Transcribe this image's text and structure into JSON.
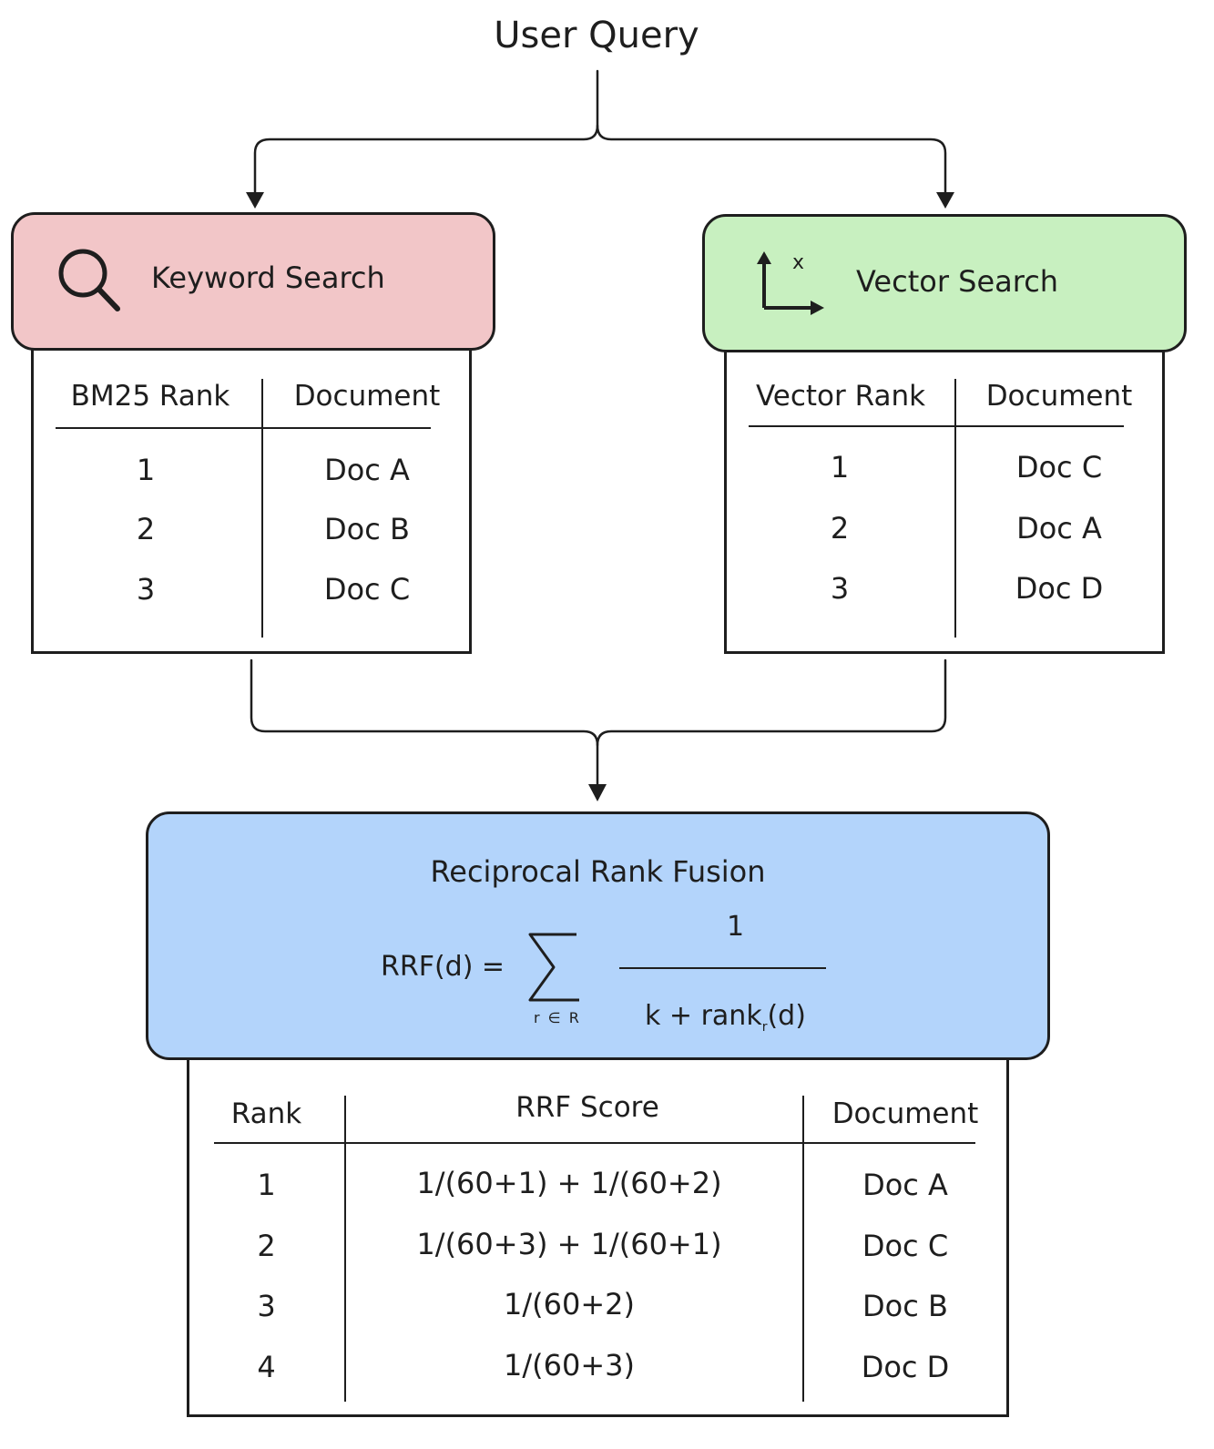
{
  "user_query": "User Query",
  "keyword": {
    "title": "Keyword Search",
    "icon": "search-icon",
    "color": "#f2c6c8",
    "headers": [
      "BM25 Rank",
      "Document"
    ],
    "rows": [
      {
        "rank": "1",
        "doc": "Doc A"
      },
      {
        "rank": "2",
        "doc": "Doc B"
      },
      {
        "rank": "3",
        "doc": "Doc C"
      }
    ]
  },
  "vector": {
    "title": "Vector Search",
    "icon": "axes-icon",
    "axis_label": "x",
    "color": "#c8f0c0",
    "headers": [
      "Vector Rank",
      "Document"
    ],
    "rows": [
      {
        "rank": "1",
        "doc": "Doc C"
      },
      {
        "rank": "2",
        "doc": "Doc A"
      },
      {
        "rank": "3",
        "doc": "Doc D"
      }
    ]
  },
  "fusion": {
    "title": "Reciprocal Rank Fusion",
    "color": "#b3d4fb",
    "formula_lhs": "RRF(d) =",
    "formula_sum_under": "r ∈ R",
    "formula_numerator": "1",
    "formula_denominator_a": "k + rank",
    "formula_denominator_sub": "r",
    "formula_denominator_b": "(d)",
    "headers": [
      "Rank",
      "RRF Score",
      "Document"
    ],
    "rows": [
      {
        "rank": "1",
        "score": "1/(60+1) + 1/(60+2)",
        "doc": "Doc A"
      },
      {
        "rank": "2",
        "score": "1/(60+3) + 1/(60+1)",
        "doc": "Doc C"
      },
      {
        "rank": "3",
        "score": "1/(60+2)",
        "doc": "Doc B"
      },
      {
        "rank": "4",
        "score": "1/(60+3)",
        "doc": "Doc D"
      }
    ]
  }
}
